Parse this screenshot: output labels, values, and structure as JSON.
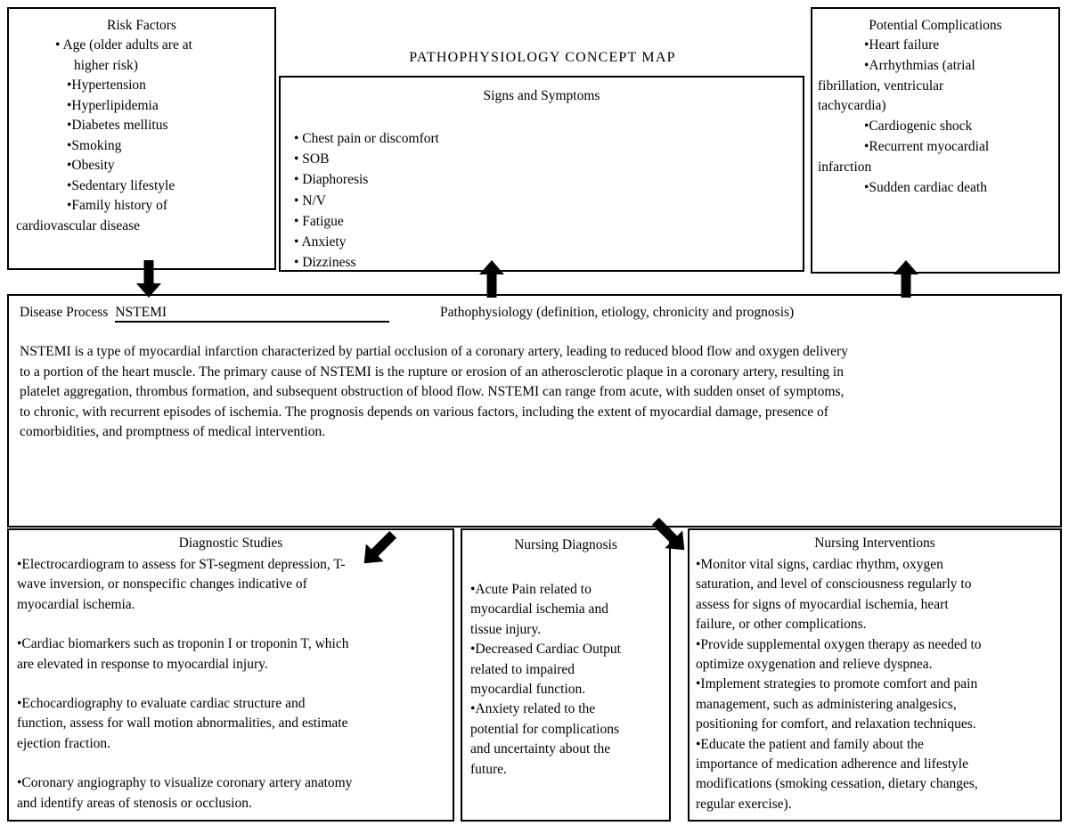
{
  "page": {
    "title": "PATHOPHYSIOLOGY CONCEPT MAP"
  },
  "colors": {
    "ink": "#000000",
    "paper": "#ffffff",
    "arrow": "#000000",
    "border": "#000000"
  },
  "icons": {
    "down_arrow": "block-arrow-down",
    "up_arrow": "block-arrow-up",
    "down_left_arrow": "block-arrow-down-left",
    "down_right_arrow": "block-arrow-down-right"
  },
  "risk_factors": {
    "title": "Risk Factors",
    "lines": [
      "• Age (older adults are at",
      "higher risk)",
      "•Hypertension",
      "•Hyperlipidemia",
      "•Diabetes mellitus",
      "•Smoking",
      "•Obesity",
      "•Sedentary lifestyle",
      "•Family history of",
      "cardiovascular disease"
    ]
  },
  "signs_symptoms": {
    "title": "Signs and Symptoms",
    "lines": [
      "• Chest pain or discomfort",
      "• SOB",
      "• Diaphoresis",
      "• N/V",
      "• Fatigue",
      "• Anxiety",
      "• Dizziness"
    ]
  },
  "potential_complications": {
    "title": "Potential Complications",
    "lines": [
      "•Heart failure",
      "•Arrhythmias (atrial",
      "fibrillation, ventricular",
      "tachycardia)",
      "•Cardiogenic shock",
      "•Recurrent myocardial",
      "infarction",
      "•Sudden cardiac death"
    ]
  },
  "disease_process": {
    "label": "Disease Process",
    "value": "NSTEMI",
    "patho_label": "Pathophysiology (definition, etiology, chronicity and prognosis)",
    "description_lines": [
      "NSTEMI is a type of myocardial infarction characterized by partial occlusion of a coronary artery, leading to reduced blood flow and oxygen delivery",
      "to a portion of the heart muscle. The primary cause of NSTEMI is the rupture or erosion of an atherosclerotic plaque in a coronary artery, resulting in",
      "platelet aggregation, thrombus formation, and subsequent obstruction of blood flow. NSTEMI can range from acute, with sudden onset of symptoms,",
      "to chronic, with recurrent episodes of ischemia. The prognosis depends on various factors, including the extent of myocardial damage, presence of",
      "comorbidities, and promptness of medical intervention."
    ]
  },
  "diagnostic_studies": {
    "title": "Diagnostic Studies",
    "items": [
      {
        "lines": [
          "•Electrocardiogram to assess for ST-segment depression, T-",
          "wave inversion, or nonspecific changes indicative of",
          "myocardial ischemia."
        ]
      },
      {
        "lines": [
          "•Cardiac biomarkers such as troponin I or troponin T, which",
          "are elevated in response to myocardial injury."
        ]
      },
      {
        "lines": [
          "•Echocardiography to evaluate cardiac structure and",
          "function, assess for wall motion abnormalities, and estimate",
          "ejection fraction."
        ]
      },
      {
        "lines": [
          "•Coronary angiography to visualize coronary artery anatomy",
          "and identify areas of stenosis or occlusion."
        ]
      }
    ]
  },
  "nursing_diagnosis": {
    "title": "Nursing Diagnosis",
    "items": [
      {
        "lines": [
          "•Acute Pain related to",
          "myocardial ischemia and",
          "tissue injury."
        ]
      },
      {
        "lines": [
          "•Decreased Cardiac Output",
          "related to impaired",
          "myocardial function."
        ]
      },
      {
        "lines": [
          "•Anxiety related to the",
          "potential for complications",
          "and uncertainty about the",
          "future."
        ]
      }
    ]
  },
  "nursing_interventions": {
    "title": "Nursing Interventions",
    "items": [
      {
        "lines": [
          "•Monitor vital signs, cardiac rhythm, oxygen",
          "saturation, and level of consciousness regularly to",
          "assess for signs of myocardial ischemia, heart",
          "failure, or other complications."
        ]
      },
      {
        "lines": [
          "•Provide supplemental oxygen therapy as needed to",
          "optimize oxygenation and relieve dyspnea."
        ]
      },
      {
        "lines": [
          "•Implement strategies to promote comfort and pain",
          "management, such as administering analgesics,",
          "positioning for comfort, and relaxation techniques."
        ]
      },
      {
        "lines": [
          "•Educate the patient and family about the",
          "importance of medication adherence and lifestyle",
          "modifications (smoking cessation, dietary changes,",
          "regular exercise)."
        ]
      }
    ]
  }
}
